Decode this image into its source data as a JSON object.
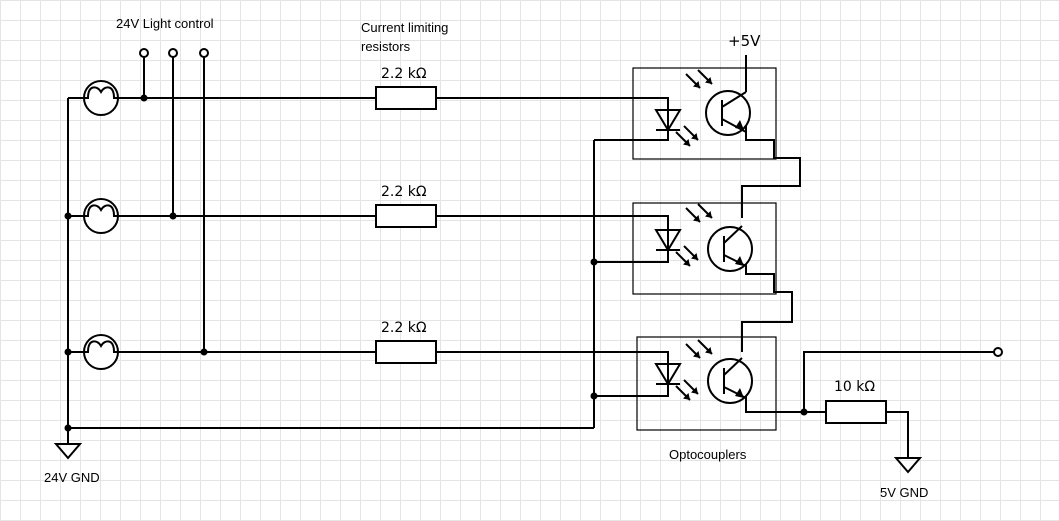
{
  "labels": {
    "light_control": "24V Light control",
    "resistors_line1": "Current limiting",
    "resistors_line2": "resistors",
    "opto": "Optocouplers",
    "vcc": "+5V",
    "gnd24": "24V GND",
    "gnd5": "5V GND"
  },
  "resistors": {
    "r1": "2.2 kΩ",
    "r2": "2.2 kΩ",
    "r3": "2.2 kΩ",
    "pulldown": "10 kΩ"
  },
  "colors": {
    "wire": "#000000",
    "grid": "#e4e4e4",
    "background": "#ffffff"
  }
}
